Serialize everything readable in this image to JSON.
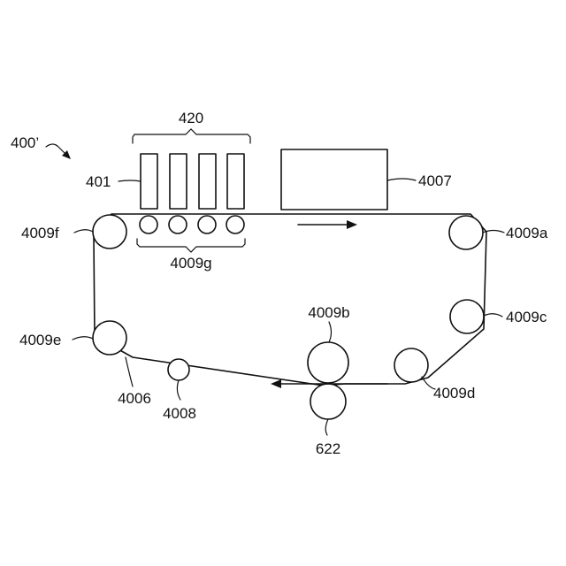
{
  "figure": {
    "apparatus_label": "400’",
    "labels": {
      "head_group": "420",
      "print_head": "401",
      "dryer": "4007",
      "belt": "4006",
      "roller_a": "4009a",
      "roller_b": "4009b",
      "roller_c": "4009c",
      "roller_d": "4009d",
      "roller_e": "4009e",
      "roller_f": "4009f",
      "roller_group_g": "4009g",
      "tension_roller": "4008",
      "transfer_roller": "622"
    }
  }
}
